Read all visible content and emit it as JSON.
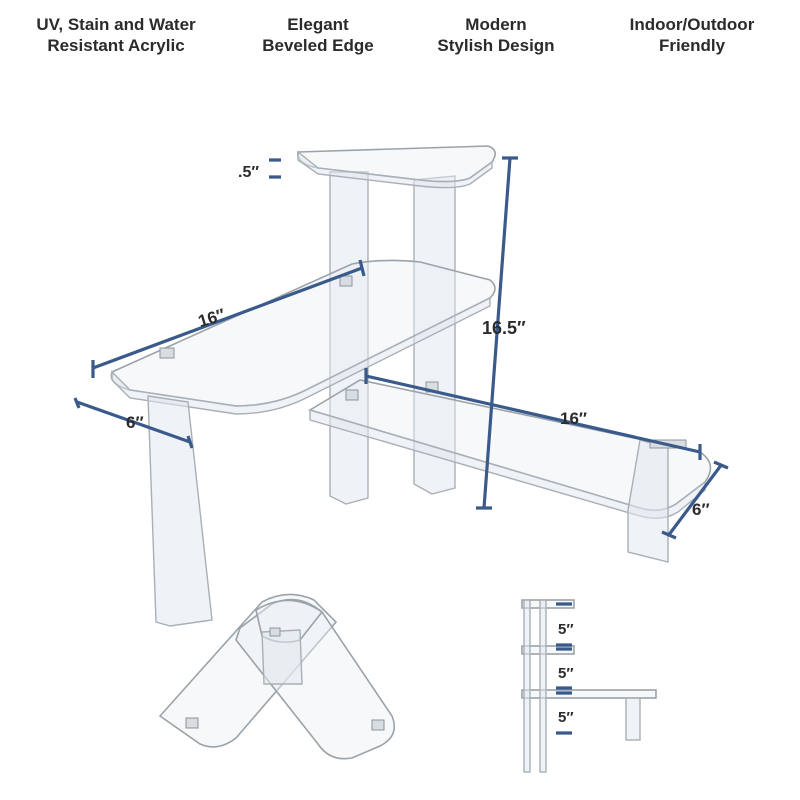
{
  "features": [
    {
      "line1": "UV, Stain and Water",
      "line2": "Resistant Acrylic"
    },
    {
      "line1": "Elegant",
      "line2": "Beveled Edge"
    },
    {
      "line1": "Modern",
      "line2": "Stylish Design"
    },
    {
      "line1": "Indoor/Outdoor",
      "line2": "Friendly"
    }
  ],
  "dimensions": {
    "thickness": ".5″",
    "left_length": "16″",
    "left_depth": "6″",
    "height": "16.5″",
    "right_length": "16″",
    "right_depth": "6″",
    "spacing_1": "5″",
    "spacing_2": "5″",
    "spacing_3": "5″"
  },
  "colors": {
    "dimension_line": "#3a5a8c",
    "text": "#2b2b2b",
    "acrylic_edge": "#9aa3aa"
  }
}
